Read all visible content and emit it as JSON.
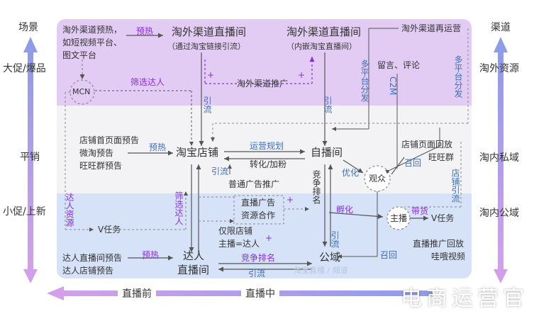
{
  "left_axis": {
    "top_label": "场景",
    "levels": [
      "大促/爆品",
      "平销",
      "小促/上新"
    ]
  },
  "right_axis": {
    "top_label": "渠道",
    "levels": [
      "淘外资源",
      "淘内私域",
      "淘内公域"
    ]
  },
  "bottom_axis": {
    "labels": [
      "直播前",
      "直播中"
    ]
  },
  "nodes": {
    "outside_warmup": [
      "淘外渠道预热，",
      "如短视频平台、",
      "图文平台"
    ],
    "mcn": "MCN",
    "outside_live_1": "淘外渠道直播间",
    "outside_live_1_sub": "（通过淘宝链接引流）",
    "outside_live_2": "淘外渠道直播间",
    "outside_live_2_sub": "（内嵌淘宝直播间）",
    "outside_reoperate": "淘外渠道再运营",
    "outside_promo": "淘外渠道推广",
    "comment": "留言、评论",
    "shop_preview": [
      "店铺首页面预告",
      "微淘预告",
      "旺旺群预告"
    ],
    "taobao_shop": "淘宝店铺",
    "self_live": "自播间",
    "audience": "观众",
    "shop_page_replay": [
      "店铺页面回放",
      "旺旺群"
    ],
    "normal_ad": "普通广告推广",
    "live_ad": [
      "直播广告",
      "资源合作"
    ],
    "v_task_1": "V任务",
    "v_task_2": "V任务",
    "shop_only": [
      "仅限店铺",
      "主播=达人"
    ],
    "host": "主播",
    "live_ad_replay": "直播推广回放",
    "video_reply": "哇哦视频",
    "talent_preview": [
      "达人直播间预告",
      "达人店铺预告"
    ],
    "talent_live": [
      "达人",
      "直播间"
    ],
    "public_domain": "公域",
    "faded_caption": "淘宝直播 / 频道"
  },
  "edge_labels": {
    "warmup": "预热",
    "select_talent_top": "筛选达人",
    "divert_1": "引流",
    "divert_2": "引流",
    "multi_platform_1": "多平台分发",
    "c2m": "C2M",
    "multi_platform_2": "多平台分发",
    "preheat_shop": "预热",
    "operation_plan": "运营规划",
    "convert": "转化/加粉",
    "divert_3": "引流",
    "select_talent_mid": "筛选达人",
    "compete_rank_v": "竞争排名",
    "optimize": "优化",
    "recall_1": "召回",
    "shop_divert": "店铺引流",
    "talent_resource": "达人资源",
    "incubate": "孵化",
    "sell": "带货",
    "recall_2": "召回",
    "divert_4": "引流",
    "preheat_talent": "预热",
    "compete_rank_h": "竞争排名",
    "divert_5": "引流"
  },
  "colors": {
    "band_top": "#e3ccf4",
    "band_bottom": "#d6e2f7",
    "axis_gradient_top": "#8f9ce8",
    "axis_gradient_bottom": "#d2a0ea",
    "link_blue": "#3e6fb6",
    "accent_purple": "#8a2be2"
  },
  "watermark": "电商运营官"
}
